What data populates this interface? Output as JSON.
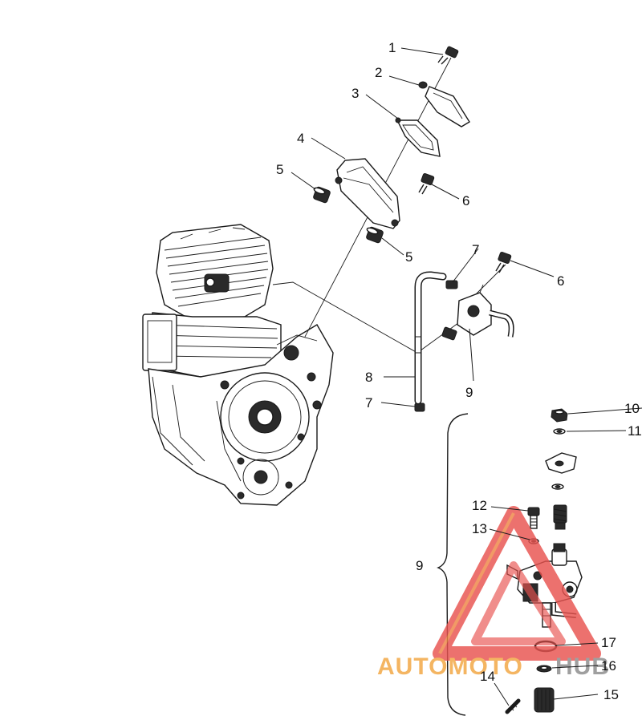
{
  "callouts": {
    "c1": "1",
    "c2": "2",
    "c3": "3",
    "c4": "4",
    "c5a": "5",
    "c5b": "5",
    "c6a": "6",
    "c6b": "6",
    "c7a": "7",
    "c7b": "7",
    "c8": "8",
    "c9a": "9",
    "c9b": "9",
    "c10": "10",
    "c11": "11",
    "c12": "12",
    "c13": "13",
    "c14": "14",
    "c15": "15",
    "c16": "16",
    "c17": "17"
  },
  "watermark": {
    "part1": "AUTOMOTO",
    "part2": "HUB",
    "color_red": "#e8534f",
    "color_orange": "#f2a640",
    "color_gray": "#8a8a8a"
  },
  "colors": {
    "ink": "#1a1a1a",
    "background": "#ffffff"
  }
}
